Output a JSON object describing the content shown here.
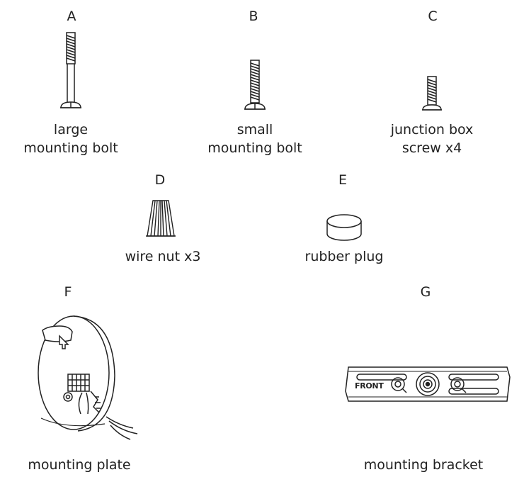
{
  "parts": [
    {
      "id": "A",
      "letter": "A",
      "label_lines": [
        "large",
        "mounting bolt"
      ]
    },
    {
      "id": "B",
      "letter": "B",
      "label_lines": [
        "small",
        "mounting bolt"
      ]
    },
    {
      "id": "C",
      "letter": "C",
      "label_lines": [
        "junction box",
        "screw x4"
      ]
    },
    {
      "id": "D",
      "letter": "D",
      "label_lines": [
        "wire nut x3"
      ]
    },
    {
      "id": "E",
      "letter": "E",
      "label_lines": [
        "rubber plug"
      ]
    },
    {
      "id": "F",
      "letter": "F",
      "label_lines": [
        "mounting plate"
      ]
    },
    {
      "id": "G",
      "letter": "G",
      "label_lines": [
        "mounting bracket"
      ],
      "stamp": "FRONT"
    }
  ],
  "colors": {
    "ink": "#222222",
    "background": "#ffffff"
  }
}
